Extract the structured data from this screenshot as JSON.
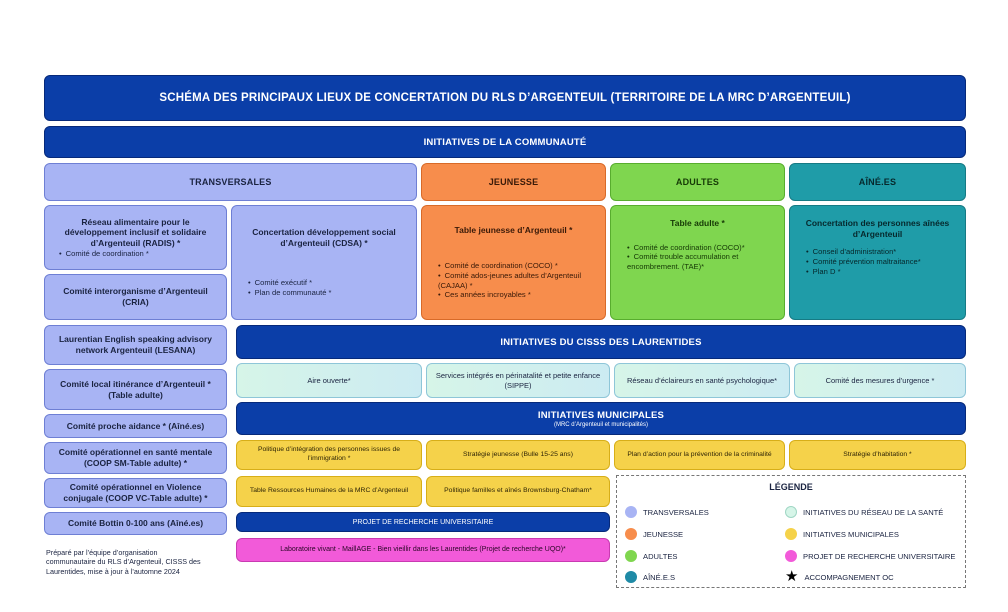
{
  "title": "SCHÉMA DES PRINCIPAUX LIEUX DE CONCERTATION DU RLS D’ARGENTEUIL (TERRITOIRE DE LA MRC D’ARGENTEUIL)",
  "community": {
    "header": "INITIATIVES DE LA COMMUNAUTÉ",
    "categories": {
      "transversales": "TRANSVERSALES",
      "jeunesse": "JEUNESSE",
      "adultes": "ADULTES",
      "aines": "AÎNÉ.ES"
    },
    "radis": {
      "title": "Réseau alimentaire pour le développement inclusif et solidaire d’Argenteuil (RADIS) *",
      "items": [
        "Comité de coordination *"
      ]
    },
    "cria": {
      "title": "Comité interorganisme d’Argenteuil (CRIA)"
    },
    "cdsa": {
      "title": "Concertation développement social d’Argenteuil (CDSA) *",
      "items": [
        "Comité exécutif *",
        "Plan de communauté *"
      ]
    },
    "jeunesse_table": {
      "title": "Table jeunesse d’Argenteuil *",
      "items": [
        "Comité de coordination (COCO) *",
        "Comité ados-jeunes adultes d’Argenteuil (CAJAA) *",
        "Ces années incroyables *"
      ]
    },
    "adulte_table": {
      "title": "Table adulte *",
      "items": [
        "Comité de coordination (COCO)*",
        "Comité trouble accumulation et encombrement. (TAE)*"
      ]
    },
    "aines_table": {
      "title": "Concertation des personnes aînées d’Argenteuil",
      "items": [
        "Conseil d’administration*",
        "Comité prévention maltraitance*",
        "Plan D *"
      ]
    }
  },
  "left_column": [
    "Laurentian English speaking advisory network Argenteuil (LESANA)",
    "Comité local itinérance d’Argenteuil * (Table adulte)",
    "Comité proche aidance * (Aîné.es)",
    "Comité opérationnel en santé mentale (COOP SM-Table adulte) *",
    "Comité opérationnel en Violence conjugale (COOP VC-Table adulte) *",
    "Comité Bottin 0-100 ans (Aîné.es)"
  ],
  "cisss": {
    "header": "INITIATIVES DU CISSS DES LAURENTIDES",
    "items": [
      "Aire ouverte*",
      "Services intégrés en périnatalité et petite enfance (SIPPE)",
      "Réseau d’éclaireurs en santé psychologique*",
      "Comité des mesures d’urgence *"
    ]
  },
  "municipal": {
    "header": "INITIATIVES MUNICIPALES",
    "subheader": "(MRC d’Argenteuil et municipalités)",
    "items": [
      "Politique d’intégration des personnes issues de l’immigration *",
      "Stratégie jeunesse (Bulle 15-25 ans)",
      "Plan d’action pour la prévention de la criminalité",
      "Stratégie d’habitation *",
      "Table Ressources Humaines de la MRC d’Argenteuil",
      "Politique familles et aînés Brownsburg-Chatham*"
    ]
  },
  "research": {
    "header": "PROJET DE RECHERCHE UNIVERSITAIRE",
    "item": "Laboratoire vivant - MaillAGE - Bien vieillir dans les Laurentides (Projet de recherche UQO)*"
  },
  "footer_note": [
    "Préparé par l’équipe d’organisation",
    "communautaire du RLS d’Argenteuil, CISSS des",
    "Laurentides, mise à jour à l’automne 2024"
  ],
  "legend": {
    "title": "LÉGENDE",
    "items": [
      {
        "label": "TRANSVERSALES",
        "color": "#a8b4f4"
      },
      {
        "label": "INITIATIVES DU RÉSEAU DE LA SANTÉ",
        "color": "#d6f5e8"
      },
      {
        "label": "JEUNESSE",
        "color": "#f78d4c"
      },
      {
        "label": "INITIATIVES MUNICIPALES",
        "color": "#f5d24a"
      },
      {
        "label": "ADULTES",
        "color": "#7fd64f"
      },
      {
        "label": "PROJET DE RECHERCHE UNIVERSITAIRE",
        "color": "#f25ad9"
      },
      {
        "label": "AÎNÉ.E.S",
        "color": "#1f8aa6"
      },
      {
        "label": "ACCOMPAGNEMENT OC",
        "icon": "star-icon"
      }
    ]
  }
}
